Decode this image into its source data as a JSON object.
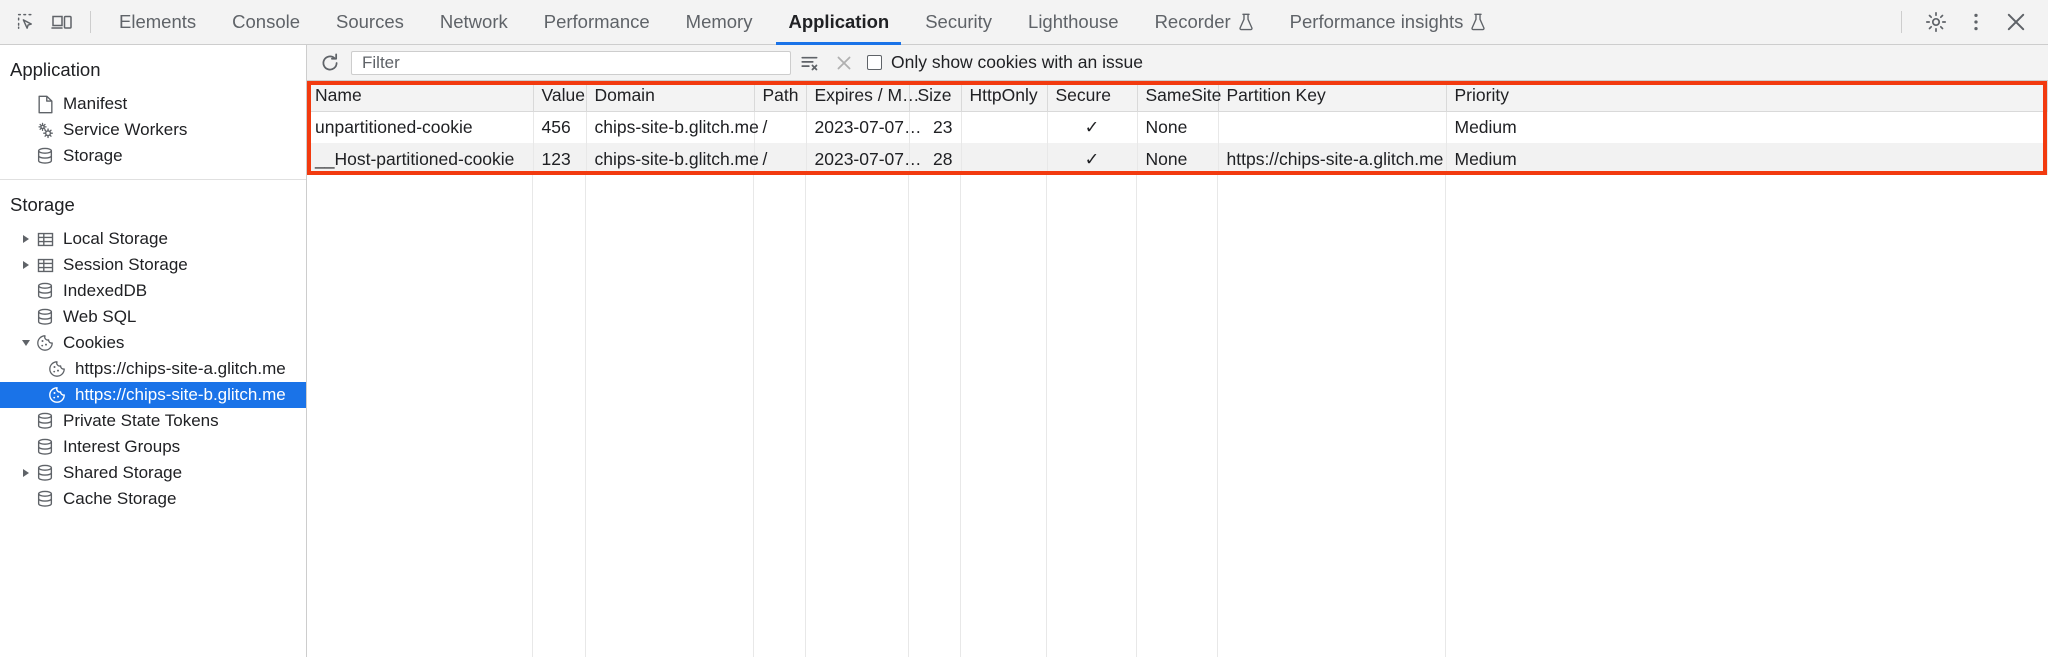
{
  "titlebar": {
    "inspect_icon": "inspect-element-icon",
    "device_icon": "device-toolbar-icon",
    "tabs": [
      {
        "label": "Elements",
        "selected": false,
        "experimental": false
      },
      {
        "label": "Console",
        "selected": false,
        "experimental": false
      },
      {
        "label": "Sources",
        "selected": false,
        "experimental": false
      },
      {
        "label": "Network",
        "selected": false,
        "experimental": false
      },
      {
        "label": "Performance",
        "selected": false,
        "experimental": false
      },
      {
        "label": "Memory",
        "selected": false,
        "experimental": false
      },
      {
        "label": "Application",
        "selected": true,
        "experimental": false
      },
      {
        "label": "Security",
        "selected": false,
        "experimental": false
      },
      {
        "label": "Lighthouse",
        "selected": false,
        "experimental": false
      },
      {
        "label": "Recorder",
        "selected": false,
        "experimental": true
      },
      {
        "label": "Performance insights",
        "selected": false,
        "experimental": true
      }
    ],
    "settings_icon": "gear-icon",
    "more_icon": "more-vertical-icon",
    "close_icon": "close-icon",
    "accent_color": "#1a73e8"
  },
  "sidebar": {
    "sections": [
      {
        "title": "Application",
        "items": [
          {
            "label": "Manifest",
            "icon": "document-icon",
            "indent": 1,
            "arrow": "none",
            "selected": false
          },
          {
            "label": "Service Workers",
            "icon": "gears-icon",
            "indent": 1,
            "arrow": "none",
            "selected": false
          },
          {
            "label": "Storage",
            "icon": "database-icon",
            "indent": 1,
            "arrow": "none",
            "selected": false
          }
        ]
      },
      {
        "title": "Storage",
        "items": [
          {
            "label": "Local Storage",
            "icon": "table-icon",
            "indent": 1,
            "arrow": "closed",
            "selected": false
          },
          {
            "label": "Session Storage",
            "icon": "table-icon",
            "indent": 1,
            "arrow": "closed",
            "selected": false
          },
          {
            "label": "IndexedDB",
            "icon": "database-icon",
            "indent": 1,
            "arrow": "none",
            "selected": false
          },
          {
            "label": "Web SQL",
            "icon": "database-icon",
            "indent": 1,
            "arrow": "none",
            "selected": false
          },
          {
            "label": "Cookies",
            "icon": "cookie-icon",
            "indent": 1,
            "arrow": "open",
            "selected": false
          },
          {
            "label": "https://chips-site-a.glitch.me",
            "icon": "cookie-icon",
            "indent": 2,
            "arrow": "none",
            "selected": false
          },
          {
            "label": "https://chips-site-b.glitch.me",
            "icon": "cookie-icon",
            "indent": 2,
            "arrow": "none",
            "selected": true
          },
          {
            "label": "Private State Tokens",
            "icon": "database-icon",
            "indent": 1,
            "arrow": "none",
            "selected": false
          },
          {
            "label": "Interest Groups",
            "icon": "database-icon",
            "indent": 1,
            "arrow": "none",
            "selected": false
          },
          {
            "label": "Shared Storage",
            "icon": "database-icon",
            "indent": 1,
            "arrow": "closed",
            "selected": false
          },
          {
            "label": "Cache Storage",
            "icon": "database-icon",
            "indent": 1,
            "arrow": "none",
            "selected": false
          }
        ]
      }
    ],
    "selection_color": "#1a73e8"
  },
  "toolbar": {
    "refresh_icon": "refresh-icon",
    "filter_placeholder": "Filter",
    "filter_value": "",
    "clear_filter_icon": "clear-filter-icon",
    "delete_icon": "clear-all-icon",
    "issue_checkbox_label": "Only show cookies with an issue",
    "issue_checkbox_checked": false
  },
  "cookies_table": {
    "columns": [
      {
        "label": "Name",
        "align": "left"
      },
      {
        "label": "Value",
        "align": "left"
      },
      {
        "label": "Domain",
        "align": "left"
      },
      {
        "label": "Path",
        "align": "left"
      },
      {
        "label": "Expires / M…",
        "align": "left"
      },
      {
        "label": "Size",
        "align": "right"
      },
      {
        "label": "HttpOnly",
        "align": "left"
      },
      {
        "label": "Secure",
        "align": "left"
      },
      {
        "label": "SameSite",
        "align": "left"
      },
      {
        "label": "Partition Key",
        "align": "left"
      },
      {
        "label": "Priority",
        "align": "left"
      }
    ],
    "rows": [
      {
        "name": "unpartitioned-cookie",
        "value": "456",
        "domain": "chips-site-b.glitch.me",
        "path": "/",
        "expires": "2023-07-07…",
        "size": "23",
        "httponly": "",
        "secure": "✓",
        "samesite": "None",
        "partition_key": "",
        "priority": "Medium"
      },
      {
        "name": "__Host-partitioned-cookie",
        "value": "123",
        "domain": "chips-site-b.glitch.me",
        "path": "/",
        "expires": "2023-07-07…",
        "size": "28",
        "httponly": "",
        "secure": "✓",
        "samesite": "None",
        "partition_key": "https://chips-site-a.glitch.me",
        "priority": "Medium"
      }
    ],
    "highlight_color": "#f23a0f"
  }
}
